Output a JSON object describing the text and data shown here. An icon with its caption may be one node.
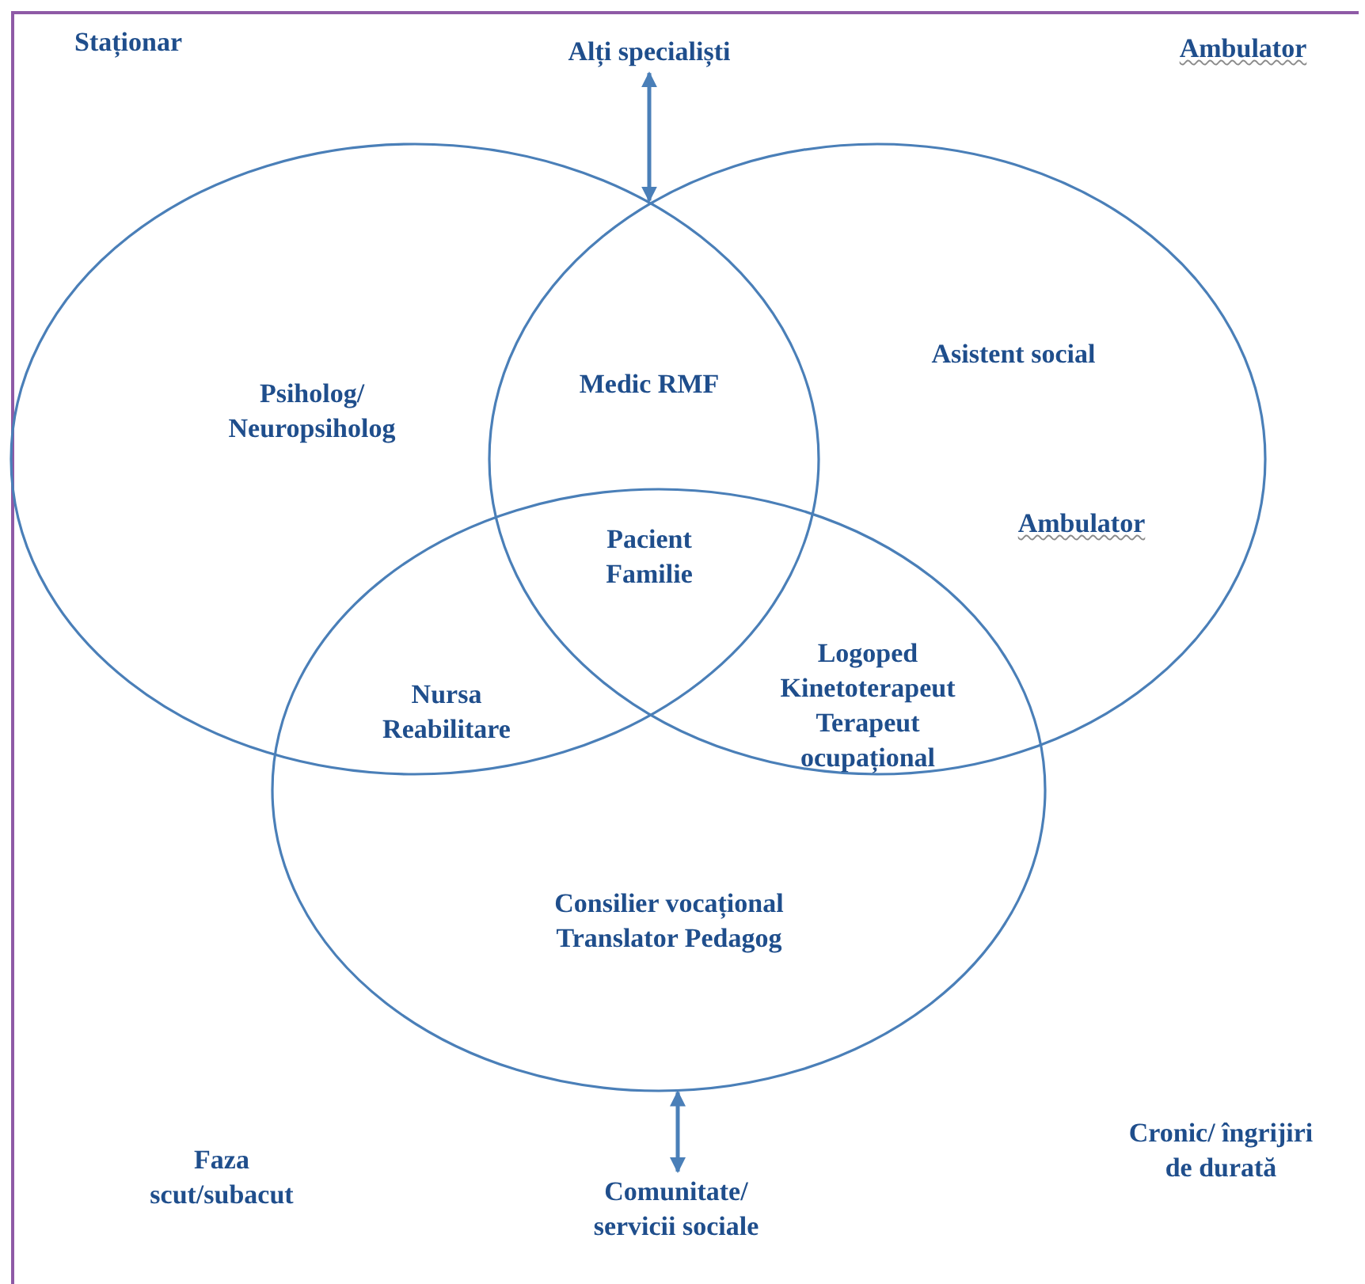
{
  "diagram": {
    "nodes": [
      {
        "text": [],
        "shape": "circle"
      },
      {
        "text": [],
        "shape": "circle"
      },
      {
        "text": [],
        "shape": "circle"
      },
      {
        "text": [
          "Alți specialiști"
        ]
      },
      {
        "text": [
          "Comunitate/ servicii sociale"
        ]
      }
    ],
    "edges": [
      {
        "from": 3,
        "to": 0,
        "arrow": "both"
      },
      {
        "from": 2,
        "to": 4,
        "arrow": "both"
      }
    ],
    "labels": [
      "Staționar",
      "Ambulator",
      "Psiholog/ Neuropsiholog",
      "Medic RMF",
      "Asistent social",
      "Ambulator",
      "Pacient Familie",
      "Nursa Reabilitare",
      "Logoped Kinetoterapeut Terapeut ocupațional",
      "Consilier vocațional Translator Pedagog",
      "Faza scut/subacut",
      "Cronic/ îngrijiri de durată"
    ]
  }
}
